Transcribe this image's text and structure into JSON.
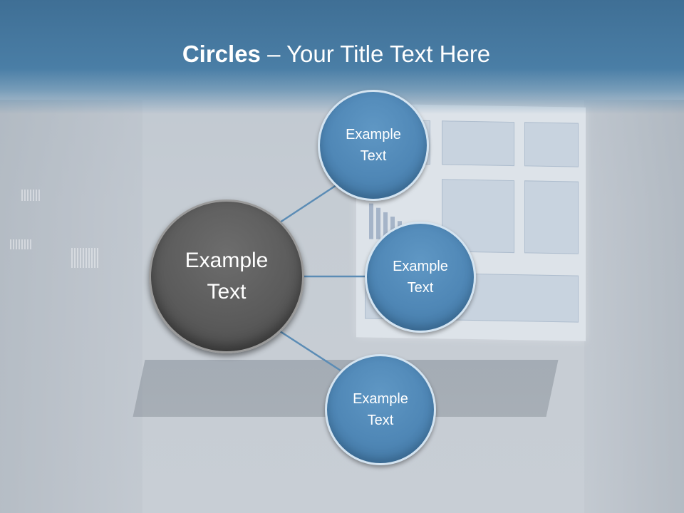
{
  "slide": {
    "title_bold": "Circles",
    "title_rest": " – Your Title Text Here"
  },
  "diagram": {
    "center": {
      "label_line1": "Example",
      "label_line2": "Text"
    },
    "nodes": [
      {
        "label_line1": "Example",
        "label_line2": "Text"
      },
      {
        "label_line1": "Example",
        "label_line2": "Text"
      },
      {
        "label_line1": "Example",
        "label_line2": "Text"
      }
    ]
  },
  "colors": {
    "header": "#3f6f95",
    "node_fill": "#4f87b6",
    "center_fill": "#5b5b5b",
    "connector": "#5b8cb5"
  }
}
